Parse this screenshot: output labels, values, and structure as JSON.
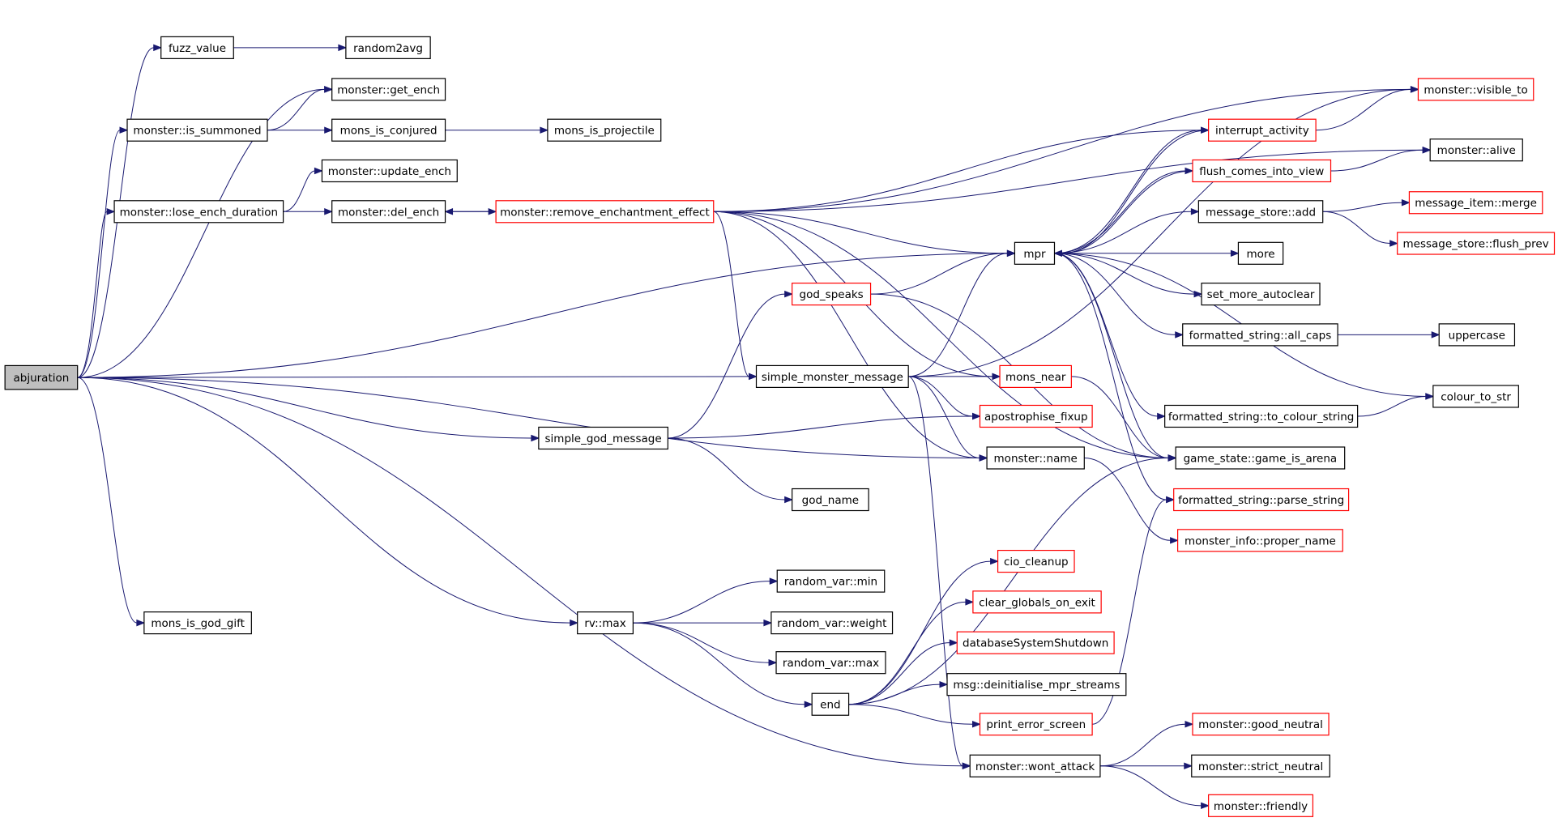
{
  "nodes": {
    "abjuration": {
      "label": "abjuration",
      "style": "root"
    },
    "fuzz_value": {
      "label": "fuzz_value",
      "style": "black"
    },
    "random2avg": {
      "label": "random2avg",
      "style": "black"
    },
    "get_ench": {
      "label": "monster::get_ench",
      "style": "black"
    },
    "is_summoned": {
      "label": "monster::is_summoned",
      "style": "black"
    },
    "mons_is_conjured": {
      "label": "mons_is_conjured",
      "style": "black"
    },
    "mons_is_projectile": {
      "label": "mons_is_projectile",
      "style": "black"
    },
    "update_ench": {
      "label": "monster::update_ench",
      "style": "black"
    },
    "lose_ench_duration": {
      "label": "monster::lose_ench_duration",
      "style": "black"
    },
    "del_ench": {
      "label": "monster::del_ench",
      "style": "black"
    },
    "remove_enchantment_effect": {
      "label": "monster::remove_enchantment_effect",
      "style": "red"
    },
    "mpr": {
      "label": "mpr",
      "style": "black"
    },
    "god_speaks": {
      "label": "god_speaks",
      "style": "red"
    },
    "simple_monster_message": {
      "label": "simple_monster_message",
      "style": "black"
    },
    "mons_near": {
      "label": "mons_near",
      "style": "red"
    },
    "apostrophise_fixup": {
      "label": "apostrophise_fixup",
      "style": "red"
    },
    "simple_god_message": {
      "label": "simple_god_message",
      "style": "black"
    },
    "monster_name": {
      "label": "monster::name",
      "style": "black"
    },
    "god_name": {
      "label": "god_name",
      "style": "black"
    },
    "random_var_min": {
      "label": "random_var::min",
      "style": "black"
    },
    "mons_is_god_gift": {
      "label": "mons_is_god_gift",
      "style": "black"
    },
    "rv_max": {
      "label": "rv::max",
      "style": "black"
    },
    "random_var_weight": {
      "label": "random_var::weight",
      "style": "black"
    },
    "random_var_max": {
      "label": "random_var::max",
      "style": "black"
    },
    "end": {
      "label": "end",
      "style": "black"
    },
    "cio_cleanup": {
      "label": "cio_cleanup",
      "style": "red"
    },
    "clear_globals_on_exit": {
      "label": "clear_globals_on_exit",
      "style": "red"
    },
    "databaseSystemShutdown": {
      "label": "databaseSystemShutdown",
      "style": "red"
    },
    "deinitialise_mpr_streams": {
      "label": "msg::deinitialise_mpr_streams",
      "style": "black"
    },
    "print_error_screen": {
      "label": "print_error_screen",
      "style": "red"
    },
    "wont_attack": {
      "label": "monster::wont_attack",
      "style": "black"
    },
    "visible_to": {
      "label": "monster::visible_to",
      "style": "red"
    },
    "interrupt_activity": {
      "label": "interrupt_activity",
      "style": "red"
    },
    "alive": {
      "label": "monster::alive",
      "style": "black"
    },
    "flush_comes_into_view": {
      "label": "flush_comes_into_view",
      "style": "red"
    },
    "message_store_add": {
      "label": "message_store::add",
      "style": "black"
    },
    "message_item_merge": {
      "label": "message_item::merge",
      "style": "red"
    },
    "message_store_flush_prev": {
      "label": "message_store::flush_prev",
      "style": "red"
    },
    "more": {
      "label": "more",
      "style": "black"
    },
    "set_more_autoclear": {
      "label": "set_more_autoclear",
      "style": "black"
    },
    "all_caps": {
      "label": "formatted_string::all_caps",
      "style": "black"
    },
    "uppercase": {
      "label": "uppercase",
      "style": "black"
    },
    "colour_to_str": {
      "label": "colour_to_str",
      "style": "black"
    },
    "to_colour_string": {
      "label": "formatted_string::to_colour_string",
      "style": "black"
    },
    "game_is_arena": {
      "label": "game_state::game_is_arena",
      "style": "black"
    },
    "parse_string": {
      "label": "formatted_string::parse_string",
      "style": "red"
    },
    "proper_name": {
      "label": "monster_info::proper_name",
      "style": "red"
    },
    "good_neutral": {
      "label": "monster::good_neutral",
      "style": "red"
    },
    "strict_neutral": {
      "label": "monster::strict_neutral",
      "style": "black"
    },
    "friendly": {
      "label": "monster::friendly",
      "style": "red"
    }
  },
  "edges": [
    [
      "abjuration",
      "fuzz_value"
    ],
    [
      "abjuration",
      "get_ench"
    ],
    [
      "abjuration",
      "is_summoned"
    ],
    [
      "abjuration",
      "lose_ench_duration"
    ],
    [
      "abjuration",
      "mpr"
    ],
    [
      "abjuration",
      "simple_monster_message"
    ],
    [
      "abjuration",
      "simple_god_message"
    ],
    [
      "abjuration",
      "monster_name"
    ],
    [
      "abjuration",
      "mons_is_god_gift"
    ],
    [
      "abjuration",
      "rv_max"
    ],
    [
      "abjuration",
      "wont_attack"
    ],
    [
      "fuzz_value",
      "random2avg"
    ],
    [
      "is_summoned",
      "get_ench"
    ],
    [
      "is_summoned",
      "mons_is_conjured"
    ],
    [
      "mons_is_conjured",
      "mons_is_projectile"
    ],
    [
      "lose_ench_duration",
      "update_ench"
    ],
    [
      "lose_ench_duration",
      "del_ench"
    ],
    [
      "del_ench",
      "remove_enchantment_effect"
    ],
    [
      "remove_enchantment_effect",
      "del_ench"
    ],
    [
      "remove_enchantment_effect",
      "visible_to"
    ],
    [
      "remove_enchantment_effect",
      "alive"
    ],
    [
      "remove_enchantment_effect",
      "interrupt_activity"
    ],
    [
      "remove_enchantment_effect",
      "mpr"
    ],
    [
      "remove_enchantment_effect",
      "simple_monster_message"
    ],
    [
      "remove_enchantment_effect",
      "mons_near"
    ],
    [
      "remove_enchantment_effect",
      "monster_name"
    ],
    [
      "remove_enchantment_effect",
      "game_is_arena"
    ],
    [
      "god_speaks",
      "mpr"
    ],
    [
      "god_speaks",
      "game_is_arena"
    ],
    [
      "simple_monster_message",
      "mpr"
    ],
    [
      "simple_monster_message",
      "mons_near"
    ],
    [
      "simple_monster_message",
      "apostrophise_fixup"
    ],
    [
      "simple_monster_message",
      "monster_name"
    ],
    [
      "simple_monster_message",
      "visible_to"
    ],
    [
      "simple_monster_message",
      "wont_attack"
    ],
    [
      "simple_god_message",
      "god_speaks"
    ],
    [
      "simple_god_message",
      "apostrophise_fixup"
    ],
    [
      "simple_god_message",
      "god_name"
    ],
    [
      "monster_name",
      "proper_name"
    ],
    [
      "mons_near",
      "game_is_arena"
    ],
    [
      "rv_max",
      "random_var_min"
    ],
    [
      "rv_max",
      "random_var_weight"
    ],
    [
      "rv_max",
      "random_var_max"
    ],
    [
      "rv_max",
      "end"
    ],
    [
      "end",
      "cio_cleanup"
    ],
    [
      "end",
      "clear_globals_on_exit"
    ],
    [
      "end",
      "databaseSystemShutdown"
    ],
    [
      "end",
      "deinitialise_mpr_streams"
    ],
    [
      "end",
      "print_error_screen"
    ],
    [
      "end",
      "game_is_arena"
    ],
    [
      "print_error_screen",
      "parse_string"
    ],
    [
      "wont_attack",
      "good_neutral"
    ],
    [
      "wont_attack",
      "strict_neutral"
    ],
    [
      "wont_attack",
      "friendly"
    ],
    [
      "mpr",
      "interrupt_activity"
    ],
    [
      "mpr",
      "flush_comes_into_view"
    ],
    [
      "mpr",
      "message_store_add"
    ],
    [
      "mpr",
      "more"
    ],
    [
      "mpr",
      "set_more_autoclear"
    ],
    [
      "mpr",
      "all_caps"
    ],
    [
      "mpr",
      "colour_to_str"
    ],
    [
      "mpr",
      "to_colour_string"
    ],
    [
      "mpr",
      "game_is_arena"
    ],
    [
      "mpr",
      "parse_string"
    ],
    [
      "interrupt_activity",
      "mpr"
    ],
    [
      "interrupt_activity",
      "visible_to"
    ],
    [
      "flush_comes_into_view",
      "mpr"
    ],
    [
      "flush_comes_into_view",
      "alive"
    ],
    [
      "message_store_add",
      "message_item_merge"
    ],
    [
      "message_store_add",
      "message_store_flush_prev"
    ],
    [
      "all_caps",
      "uppercase"
    ],
    [
      "to_colour_string",
      "colour_to_str"
    ]
  ]
}
